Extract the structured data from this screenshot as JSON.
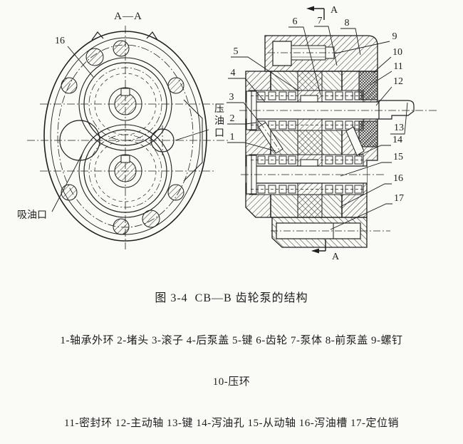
{
  "colors": {
    "background": "#fafaf7",
    "ink": "#1f1f1f"
  },
  "left_view": {
    "section_title": "A—A",
    "callout_16": "16",
    "pressure_port_label_chars": [
      "压",
      "油",
      "口"
    ],
    "suction_port_label": "吸油口"
  },
  "right_view": {
    "section_arrow_top": "A",
    "section_arrow_bottom": "A",
    "callouts_left": [
      "5",
      "4",
      "3",
      "2",
      "1"
    ],
    "callouts_top": [
      "6",
      "7",
      "8"
    ],
    "callouts_right": [
      "9",
      "10",
      "11",
      "12",
      "13",
      "14",
      "15",
      "16",
      "17"
    ]
  },
  "caption": {
    "figure_title": "图 3-4  CB—B 齿轮泵的结构",
    "parts_lines": [
      "1-轴承外环 2-堵头 3-滚子 4-后泵盖 5-键 6-齿轮 7-泵体 8-前泵盖 9-螺钉",
      "10-压环",
      "11-密封环 12-主动轴 13-键 14-泻油孔 15-从动轴 16-泻油槽 17-定位销"
    ]
  },
  "parts": [
    {
      "num": "1",
      "name": "轴承外环"
    },
    {
      "num": "2",
      "name": "堵头"
    },
    {
      "num": "3",
      "name": "滚子"
    },
    {
      "num": "4",
      "name": "后泵盖"
    },
    {
      "num": "5",
      "name": "键"
    },
    {
      "num": "6",
      "name": "齿轮"
    },
    {
      "num": "7",
      "name": "泵体"
    },
    {
      "num": "8",
      "name": "前泵盖"
    },
    {
      "num": "9",
      "name": "螺钉"
    },
    {
      "num": "10",
      "name": "压环"
    },
    {
      "num": "11",
      "name": "密封环"
    },
    {
      "num": "12",
      "name": "主动轴"
    },
    {
      "num": "13",
      "name": "键"
    },
    {
      "num": "14",
      "name": "泻油孔"
    },
    {
      "num": "15",
      "name": "从动轴"
    },
    {
      "num": "16",
      "name": "泻油槽"
    },
    {
      "num": "17",
      "name": "定位销"
    }
  ]
}
